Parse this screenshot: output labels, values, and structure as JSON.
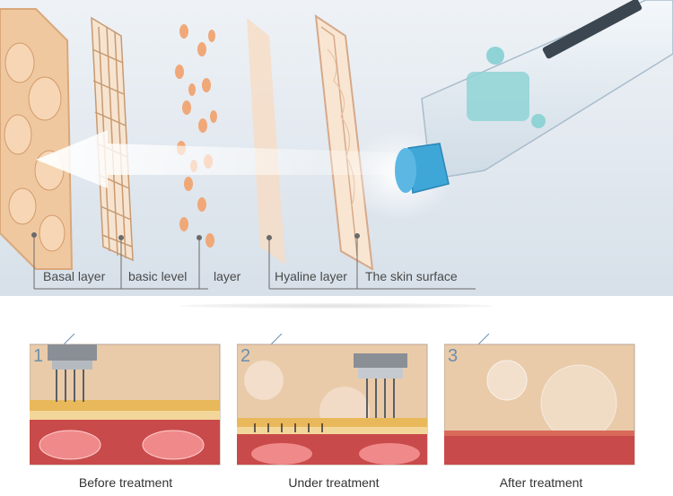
{
  "layers": {
    "basal": "Basal layer",
    "basic": "basic level",
    "layer": "layer",
    "hyaline": "Hyaline layer",
    "surface": "The skin surface"
  },
  "steps": [
    {
      "number": "1",
      "caption": "Before treatment"
    },
    {
      "number": "2",
      "caption": "Under treatment"
    },
    {
      "number": "3",
      "caption": "After treatment"
    }
  ],
  "colors": {
    "background_top": "#dde6ee",
    "skin_cells": "#f2c89a",
    "injector_tip": "#3fa6d8",
    "step_number": "#6b8fae",
    "dermis": "#c94a4a"
  }
}
